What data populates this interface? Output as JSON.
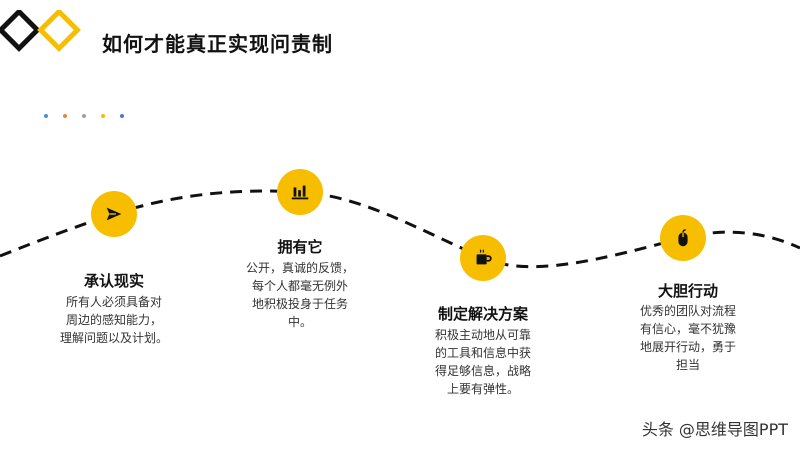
{
  "slide": {
    "title": "如何才能真正实现问责制"
  },
  "colors": {
    "accent": "#F7BE00",
    "dark": "#111111",
    "dots": [
      "#4A90D9",
      "#E8834A",
      "#A0A0A0",
      "#F7BE00",
      "#4A7CC9"
    ]
  },
  "steps": [
    {
      "icon": "paper-plane-icon",
      "title": "承认现实",
      "description": "所有人必须具备对\n周边的感知能力，\n理解问题以及计划。"
    },
    {
      "icon": "bar-chart-icon",
      "title": "拥有它",
      "description": "公开，真诚的反馈，\n每个人都毫无例外\n地积极投身于任务\n中。"
    },
    {
      "icon": "coffee-cup-icon",
      "title": "制定解决方案",
      "description": "积极主动地从可靠\n的工具和信息中获\n得足够信息，战略\n上要有弹性。"
    },
    {
      "icon": "mouse-icon",
      "title": "大胆行动",
      "description": "优秀的团队对流程\n有信心，毫不犹豫\n地展开行动，勇于\n担当"
    }
  ],
  "watermark": {
    "text": "头条 @思维导图PPT"
  }
}
